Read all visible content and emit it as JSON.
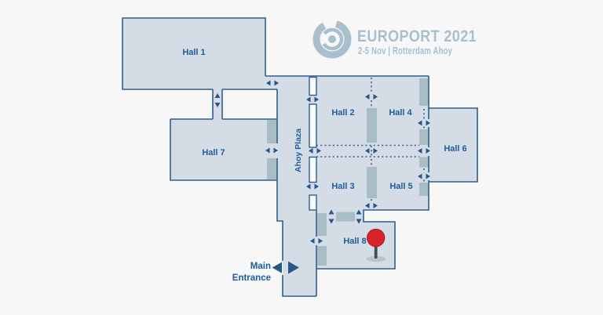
{
  "logo": {
    "title": "EUROPORT 2021",
    "subtitle": "2-5 Nov | Rotterdam Ahoy",
    "color": "#a9bfce"
  },
  "map": {
    "halls": [
      {
        "id": "hall-1",
        "label": "Hall 1"
      },
      {
        "id": "hall-2",
        "label": "Hall 2"
      },
      {
        "id": "hall-3",
        "label": "Hall 3"
      },
      {
        "id": "hall-4",
        "label": "Hall 4"
      },
      {
        "id": "hall-5",
        "label": "Hall 5"
      },
      {
        "id": "hall-6",
        "label": "Hall 6"
      },
      {
        "id": "hall-7",
        "label": "Hall 7"
      },
      {
        "id": "hall-8",
        "label": "Hall 8"
      }
    ],
    "plaza_label": "Ahoy Plaza",
    "entrance": {
      "line1": "Main",
      "line2": "Entrance"
    },
    "marker": {
      "location": "Hall 8",
      "color": "#d8232a"
    },
    "icons": {
      "logo_mark": "europort-swirl-icon",
      "marker": "map-pin-icon",
      "doors": "double-arrow-icon"
    },
    "colors": {
      "background": "#f7f7f7",
      "fill": "#d4dde5",
      "border": "#2f5f8e",
      "label": "#1e5c9e",
      "door": "#a9bdc5",
      "arrow": "#27568a",
      "pin": "#d8232a",
      "slot": "#fafbfb"
    }
  }
}
